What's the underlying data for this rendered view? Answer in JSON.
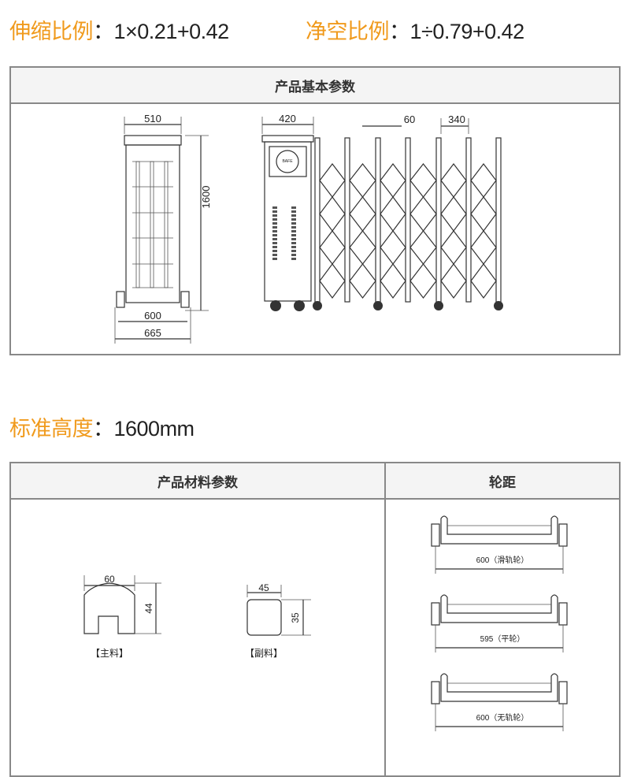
{
  "specs": {
    "telescopic_ratio": {
      "label": "伸缩比例",
      "value": "：1×0.21+0.42"
    },
    "clear_ratio": {
      "label": "净空比例",
      "value": "：1÷0.79+0.42"
    },
    "standard_height": {
      "label": "标准高度",
      "value": "：1600mm"
    }
  },
  "basic_params": {
    "title": "产品基本参数",
    "side_view": {
      "top_width": "510",
      "height": "1600",
      "wheel_base": "600",
      "overall_width": "665"
    },
    "front_view": {
      "cabinet_width": "420",
      "post_width": "60",
      "post_spacing": "340",
      "badge": "BAFE"
    }
  },
  "material_params": {
    "title": "产品材料参数",
    "main": {
      "label": "【主料】",
      "width": "60",
      "height": "44"
    },
    "secondary": {
      "label": "【副料】",
      "width": "45",
      "height": "35"
    }
  },
  "wheelbase": {
    "title": "轮距",
    "items": [
      {
        "label": "600（滑轨轮）"
      },
      {
        "label": "595（平轮）"
      },
      {
        "label": "600（无轨轮）"
      }
    ]
  },
  "colors": {
    "accent": "#f09a1c",
    "border": "#888888"
  }
}
